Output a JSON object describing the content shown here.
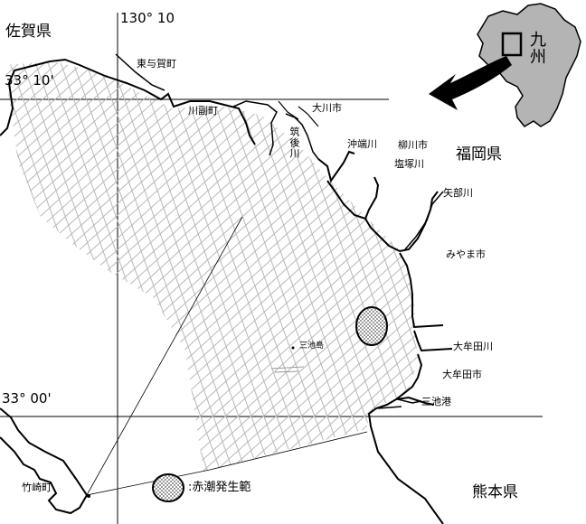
{
  "coords": {
    "lon": "130° 10",
    "lat_north": "33° 10'",
    "lat_south": "33° 00'"
  },
  "prefectures": {
    "saga": "佐賀県",
    "fukuoka": "福岡県",
    "kumamoto": "熊本県"
  },
  "places": {
    "higashi_yoga": "東与賀町",
    "kawazoe": "川副町",
    "okawa": "大川市",
    "yanagawa": "柳川市",
    "miyama": "みやま市",
    "omuta": "大牟田市",
    "miike_port": "三池港",
    "miike_island": "三池島",
    "takezaki": "竹崎町"
  },
  "rivers": {
    "chikugo": "筑後川",
    "okibata": "沖端川",
    "shiozuka": "塩塚川",
    "yabe": "矢部川",
    "omutagawa": "大牟田川"
  },
  "inset": {
    "label": "九州"
  },
  "legend": {
    "label": ":赤潮発生範"
  },
  "colors": {
    "land_gray": "#b4b4b4",
    "line": "#000000",
    "grid": "#b8b8b8",
    "hatch": "#9a9a9a"
  }
}
